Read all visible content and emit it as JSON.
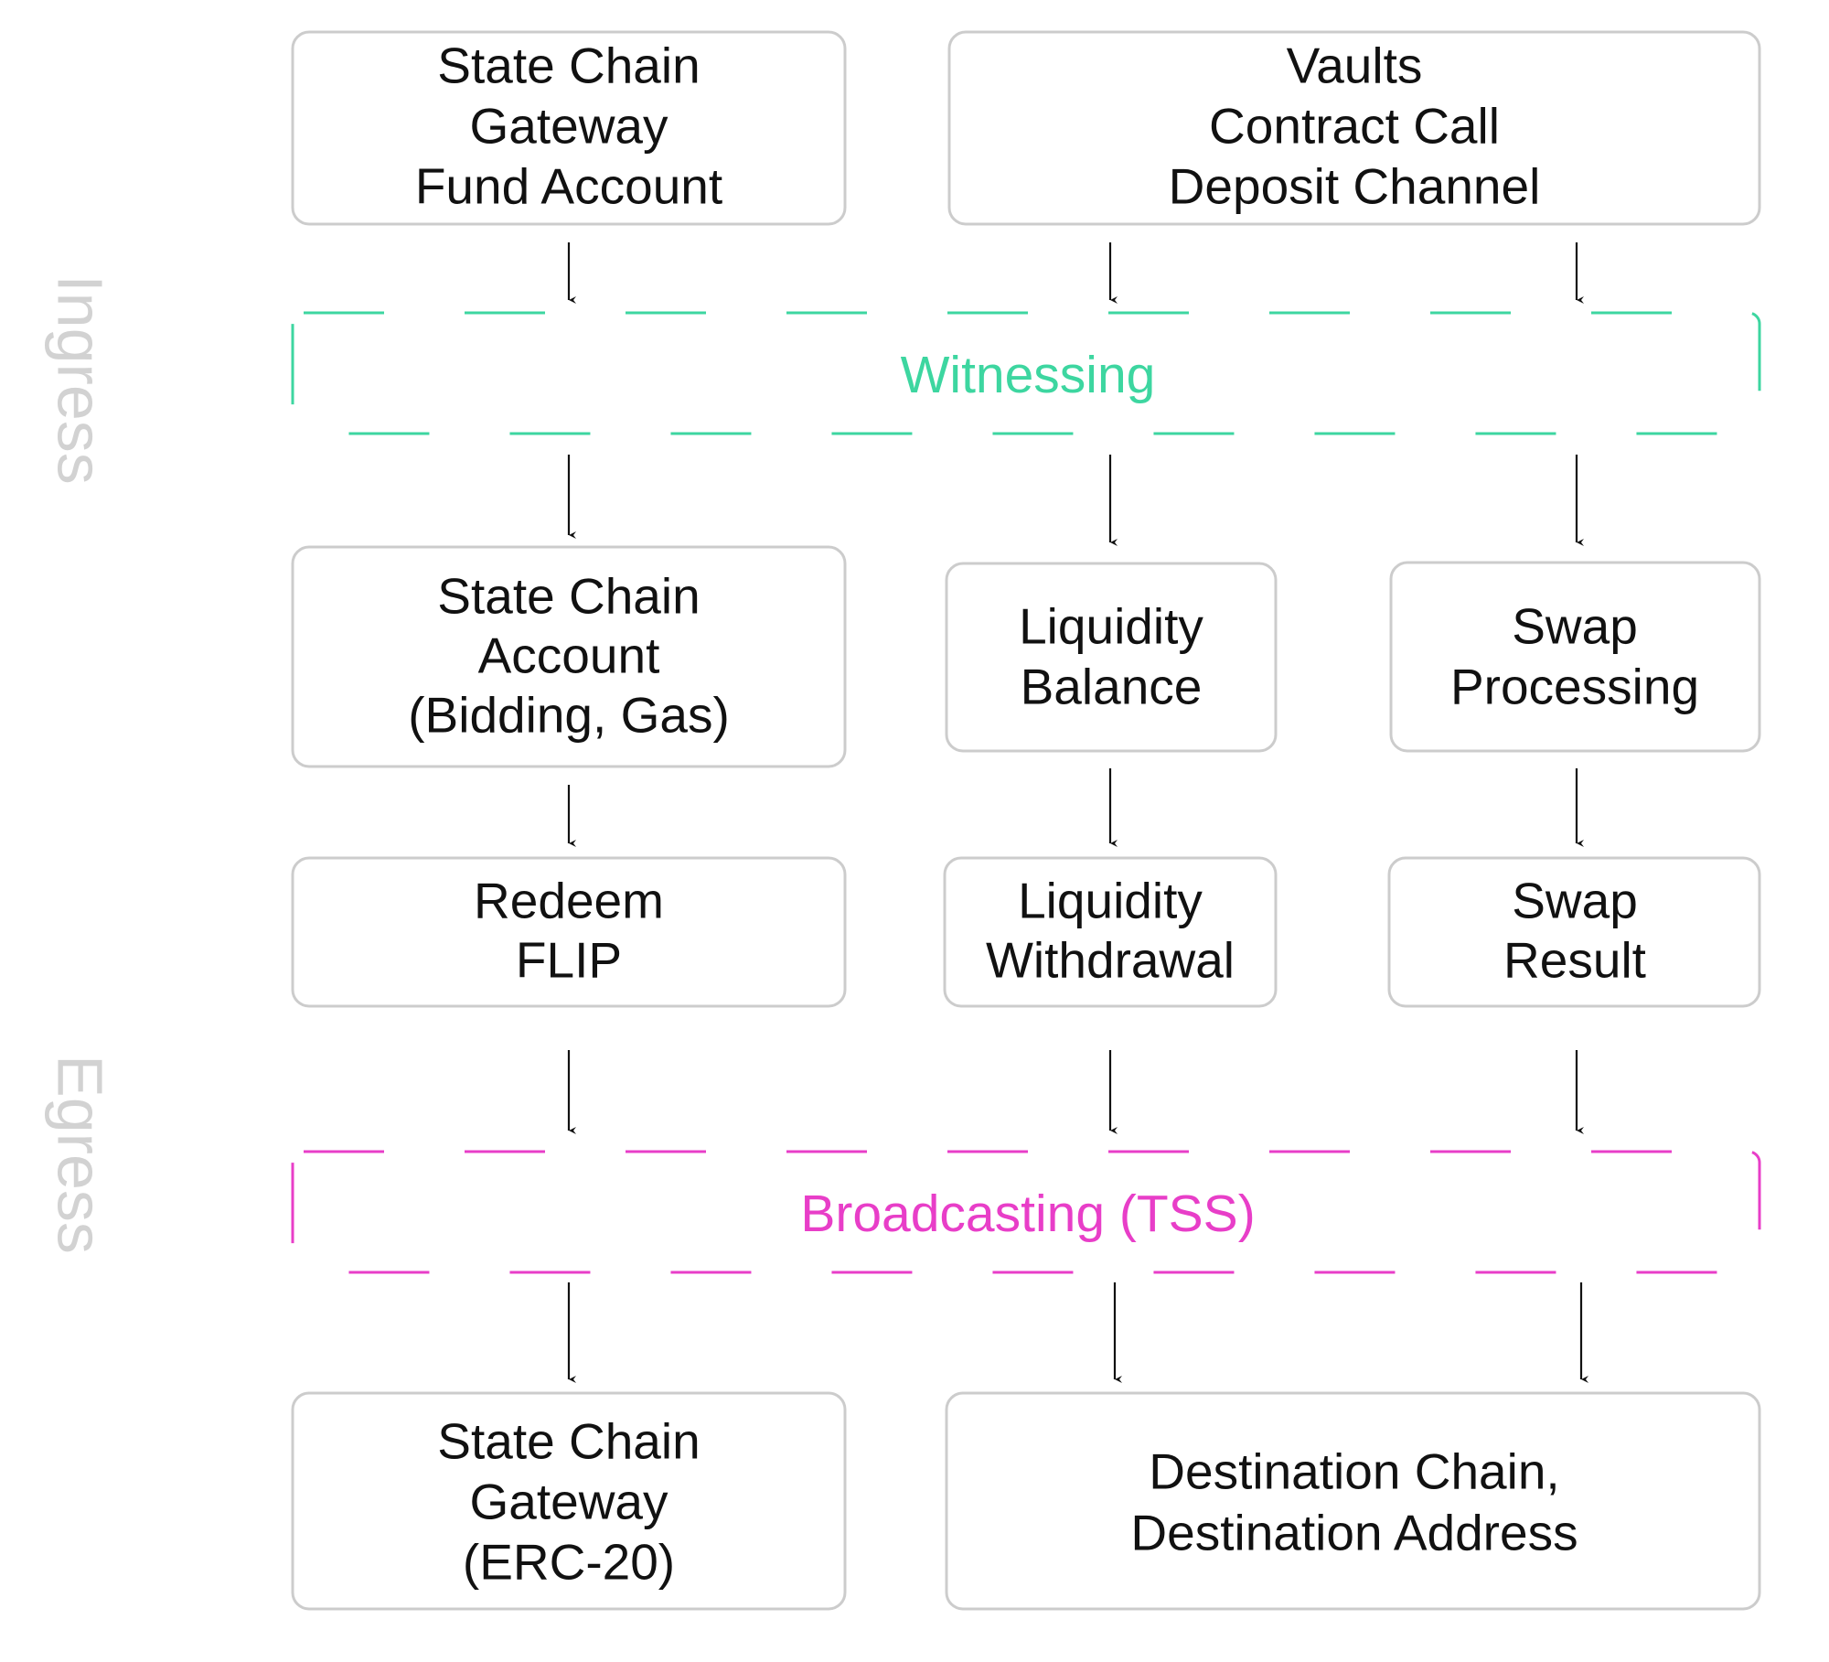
{
  "side_labels": {
    "ingress": "Ingress",
    "egress": "Egress",
    "color": "#d2d2d2"
  },
  "stages": {
    "witnessing": {
      "label": "Witnessing",
      "color": "#3dd6a0"
    },
    "broadcasting": {
      "label": "Broadcasting (TSS)",
      "color": "#e83ec8"
    }
  },
  "boxes": {
    "sc_gateway_fund": [
      "State Chain",
      "Gateway",
      "Fund Account"
    ],
    "vaults": [
      "Vaults",
      "Contract Call",
      "Deposit Channel"
    ],
    "sc_account": [
      "State Chain",
      "Account",
      "(Bidding, Gas)"
    ],
    "liquidity_balance": [
      "Liquidity",
      "Balance"
    ],
    "swap_processing": [
      "Swap",
      "Processing"
    ],
    "redeem_flip": [
      "Redeem",
      "FLIP"
    ],
    "liquidity_withdrawal": [
      "Liquidity",
      "Withdrawal"
    ],
    "swap_result": [
      "Swap",
      "Result"
    ],
    "sc_gateway_erc20": [
      "State Chain",
      "Gateway",
      "(ERC-20)"
    ],
    "destination": [
      "Destination Chain,",
      "Destination Address"
    ]
  }
}
